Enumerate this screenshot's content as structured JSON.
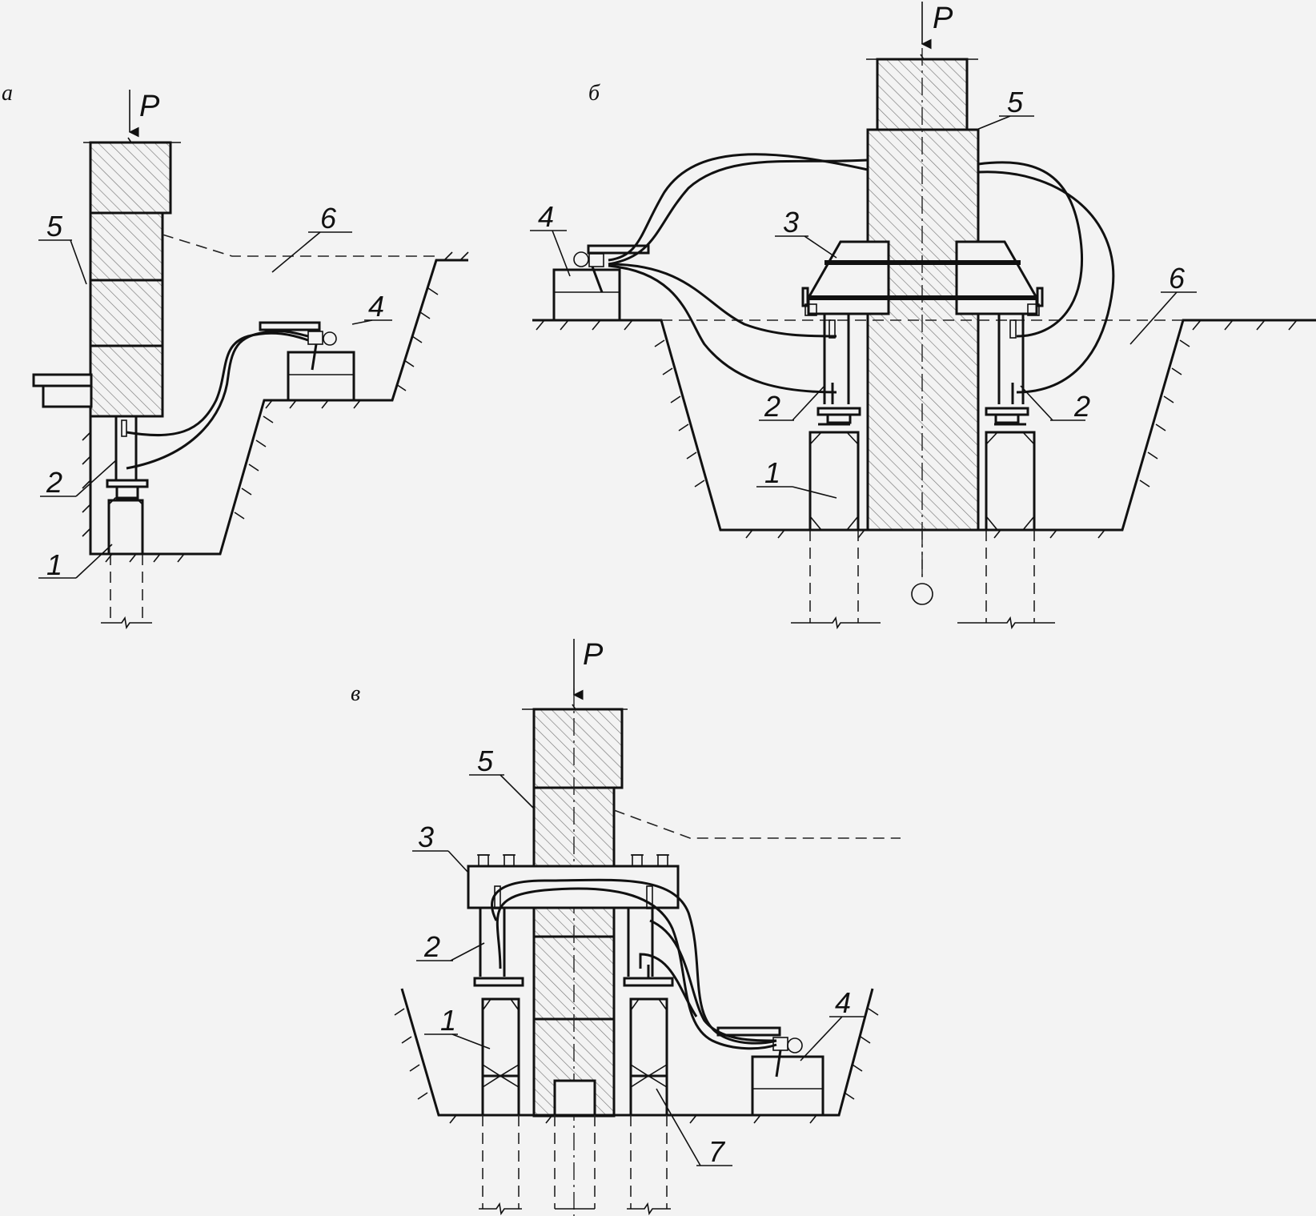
{
  "panels": {
    "a": {
      "label": "а",
      "force": "P"
    },
    "b": {
      "label": "б",
      "force": "P"
    },
    "c": {
      "label": "в",
      "force": "P"
    }
  },
  "callouts": {
    "one": "1",
    "two": "2",
    "three": "3",
    "four": "4",
    "five": "5",
    "six": "6",
    "seven": "7"
  }
}
